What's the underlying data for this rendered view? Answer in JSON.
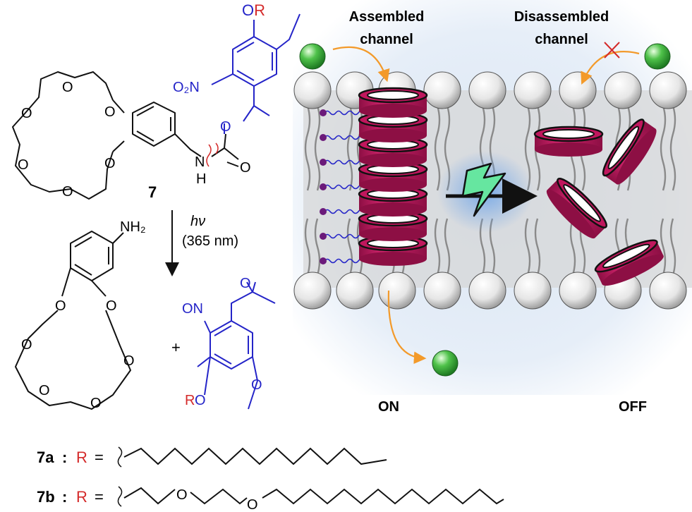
{
  "compound": {
    "number": "7",
    "or_label": "OR",
    "nitro_label": "O₂N",
    "o_ester": "O",
    "o_carbonyl": "O",
    "nh_n": "N",
    "nh_h": "H",
    "crown_o": "O"
  },
  "reaction": {
    "light": "hν",
    "wavelength": "(365 nm)",
    "plus": "+"
  },
  "product_amine": {
    "nh2": "NH₂",
    "crown_o": "O"
  },
  "product_nitroso": {
    "on_label": "ON",
    "o_carbonyl": "O",
    "ro_r": "R",
    "ro_o": "O",
    "o_methoxy": "O"
  },
  "channel": {
    "assembled_line1": "Assembled",
    "assembled_line2": "channel",
    "disassembled_line1": "Disassembled",
    "disassembled_line2": "channel",
    "state_on": "ON",
    "state_off": "OFF"
  },
  "definitions": {
    "7a_label": "7a",
    "7a_colon": ":",
    "7b_label": "7b",
    "7b_colon": ":",
    "r": "R",
    "equals": "=",
    "ether_o": "O"
  },
  "colors": {
    "red": "#d42a2a",
    "blue": "#2424c8",
    "magenta": "#c0175d",
    "green": "#3cb043",
    "orange": "#f39a2a",
    "bolt": "#66e6a0"
  }
}
